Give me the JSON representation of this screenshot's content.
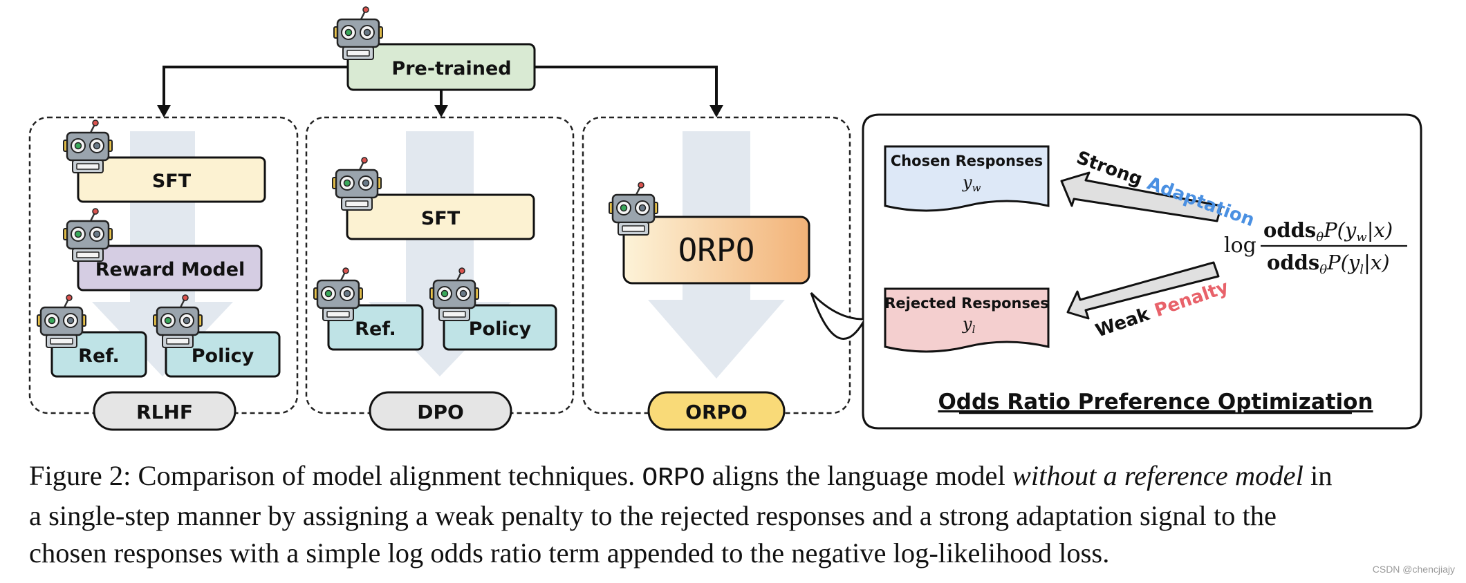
{
  "colors": {
    "pretrained_fill": "#d9ead3",
    "sft_fill": "#fcf2d2",
    "reward_fill": "#d5cde3",
    "policy_fill": "#bfe3e6",
    "orpo_fill_start": "#fdf3d8",
    "orpo_fill_end": "#f2b277",
    "orpo_badge": "#f9da78",
    "badge_gray": "#e5e5e5",
    "chosen_fill": "#dde8f7",
    "rejected_fill": "#f4cfcf",
    "bg_arrow": "#e2e8ef",
    "adaptation_blue": "#4a90e2",
    "penalty_red": "#e8626a"
  },
  "diagram": {
    "pretrained": "Pre-trained",
    "rlhf": {
      "sft": "SFT",
      "reward_model": "Reward Model",
      "ref": "Ref.",
      "policy": "Policy",
      "badge": "RLHF"
    },
    "dpo": {
      "sft": "SFT",
      "ref": "Ref.",
      "policy": "Policy",
      "badge": "DPO"
    },
    "orpo": {
      "model": "ORPO",
      "badge": "ORPO"
    },
    "panel": {
      "chosen_title": "Chosen Responses",
      "chosen_var": "y",
      "chosen_sub": "w",
      "rejected_title": "Rejected Responses",
      "rejected_var": "y",
      "rejected_sub": "l",
      "strong": "Strong",
      "adaptation": "Adaptation",
      "weak": "Weak",
      "penalty": "Penalty",
      "log": "log",
      "num_odds": "odds",
      "num_theta": "θ",
      "num_rest": "P(y",
      "num_sub": "w",
      "num_end": "|x)",
      "den_odds": "odds",
      "den_theta": "θ",
      "den_rest": "P(y",
      "den_sub": "l",
      "den_end": "|x)",
      "title": "Odds Ratio Preference Optimization"
    },
    "icons": [
      "robot-icon"
    ]
  },
  "caption": {
    "part1": "Figure 2: Comparison of model alignment techniques. ",
    "mono": "ORPO",
    "part2": " aligns the language model ",
    "italic": "without a reference model",
    "part3": " in",
    "line2": "a single-step manner by assigning a weak penalty to the rejected responses and a strong adaptation signal to the",
    "line3": "chosen responses with a simple log odds ratio term appended to the negative log-likelihood loss."
  },
  "watermark": "CSDN @chencjiajy"
}
